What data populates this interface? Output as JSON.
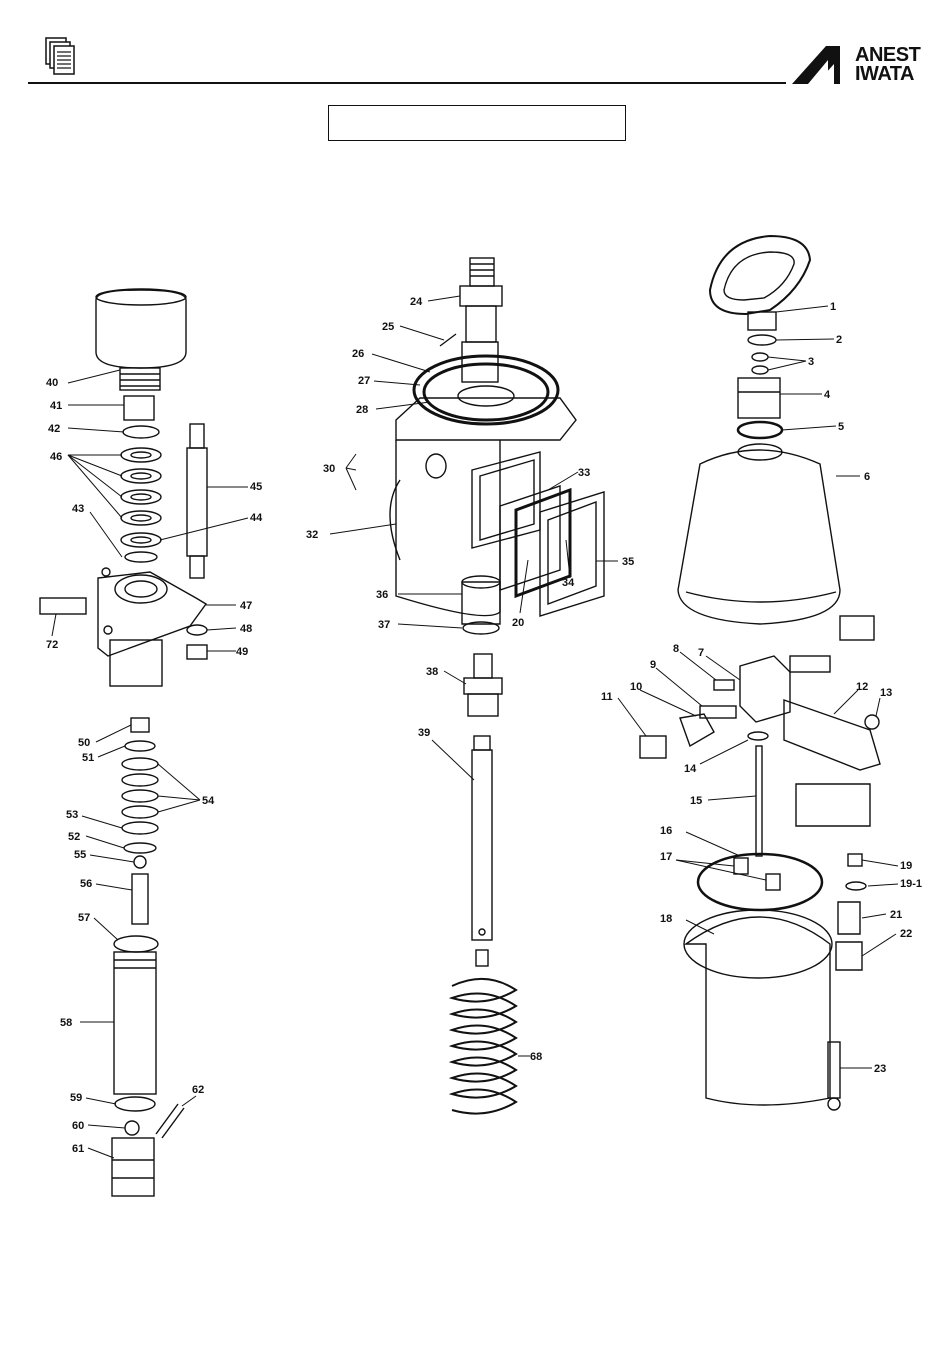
{
  "header": {
    "brand_line1": "ANEST",
    "brand_line2": "IWATA",
    "title": ""
  },
  "parts": [
    {
      "id": "1"
    },
    {
      "id": "2"
    },
    {
      "id": "3"
    },
    {
      "id": "4"
    },
    {
      "id": "5"
    },
    {
      "id": "6"
    },
    {
      "id": "7"
    },
    {
      "id": "8"
    },
    {
      "id": "9"
    },
    {
      "id": "10"
    },
    {
      "id": "11"
    },
    {
      "id": "12"
    },
    {
      "id": "13"
    },
    {
      "id": "14"
    },
    {
      "id": "15"
    },
    {
      "id": "16"
    },
    {
      "id": "17"
    },
    {
      "id": "18"
    },
    {
      "id": "19"
    },
    {
      "id": "19-1"
    },
    {
      "id": "20"
    },
    {
      "id": "21"
    },
    {
      "id": "22"
    },
    {
      "id": "23"
    },
    {
      "id": "24"
    },
    {
      "id": "25"
    },
    {
      "id": "26"
    },
    {
      "id": "27"
    },
    {
      "id": "28"
    },
    {
      "id": "30"
    },
    {
      "id": "32"
    },
    {
      "id": "33"
    },
    {
      "id": "34"
    },
    {
      "id": "35"
    },
    {
      "id": "36"
    },
    {
      "id": "37"
    },
    {
      "id": "38"
    },
    {
      "id": "39"
    },
    {
      "id": "40"
    },
    {
      "id": "41"
    },
    {
      "id": "42"
    },
    {
      "id": "43"
    },
    {
      "id": "44"
    },
    {
      "id": "45"
    },
    {
      "id": "46"
    },
    {
      "id": "47"
    },
    {
      "id": "48"
    },
    {
      "id": "49"
    },
    {
      "id": "50"
    },
    {
      "id": "51"
    },
    {
      "id": "52"
    },
    {
      "id": "53"
    },
    {
      "id": "54"
    },
    {
      "id": "55"
    },
    {
      "id": "56"
    },
    {
      "id": "57"
    },
    {
      "id": "58"
    },
    {
      "id": "59"
    },
    {
      "id": "60"
    },
    {
      "id": "61"
    },
    {
      "id": "62"
    },
    {
      "id": "68"
    },
    {
      "id": "72"
    }
  ]
}
